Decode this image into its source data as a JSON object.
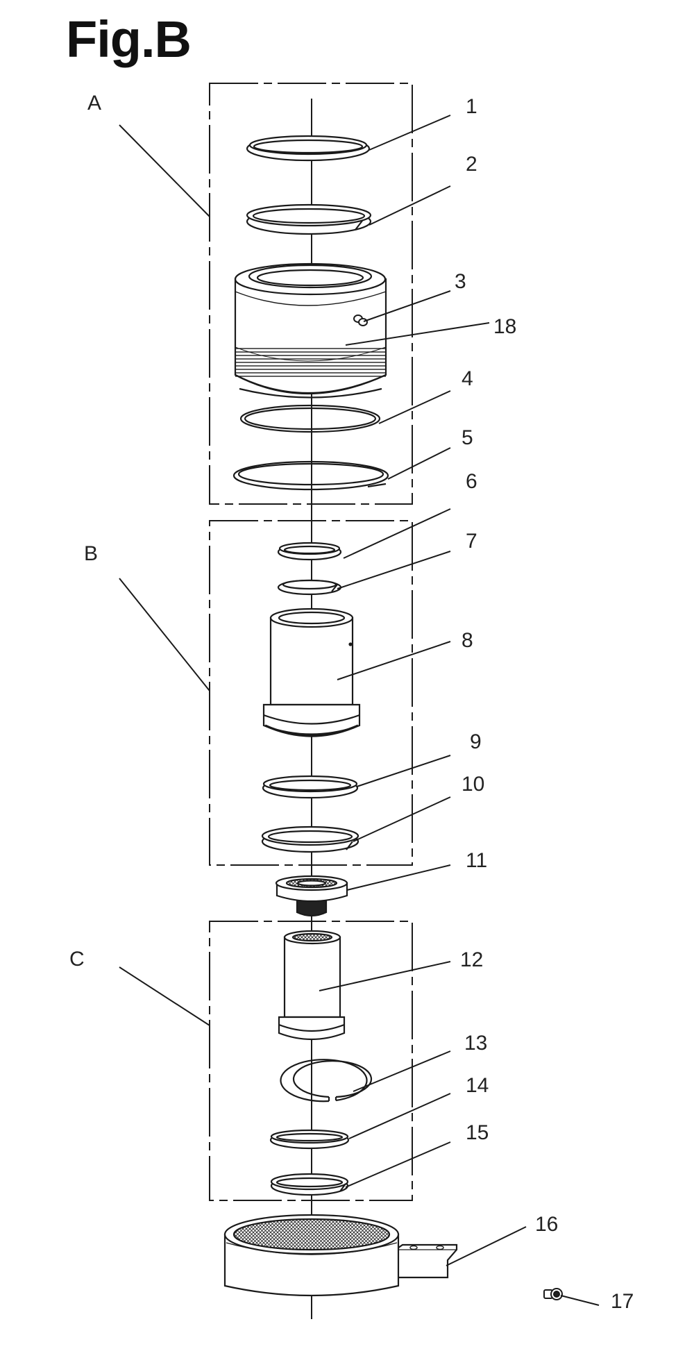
{
  "figure": {
    "title": "Fig.B",
    "groups": [
      {
        "id": "A",
        "label": "A"
      },
      {
        "id": "B",
        "label": "B"
      },
      {
        "id": "C",
        "label": "C"
      }
    ],
    "parts": [
      {
        "id": "1",
        "label": "1"
      },
      {
        "id": "2",
        "label": "2"
      },
      {
        "id": "3",
        "label": "3"
      },
      {
        "id": "18",
        "label": "18"
      },
      {
        "id": "4",
        "label": "4"
      },
      {
        "id": "5",
        "label": "5"
      },
      {
        "id": "6",
        "label": "6"
      },
      {
        "id": "7",
        "label": "7"
      },
      {
        "id": "8",
        "label": "8"
      },
      {
        "id": "9",
        "label": "9"
      },
      {
        "id": "10",
        "label": "10"
      },
      {
        "id": "11",
        "label": "11"
      },
      {
        "id": "12",
        "label": "12"
      },
      {
        "id": "13",
        "label": "13"
      },
      {
        "id": "14",
        "label": "14"
      },
      {
        "id": "15",
        "label": "15"
      },
      {
        "id": "16",
        "label": "16"
      },
      {
        "id": "17",
        "label": "17"
      }
    ],
    "colors": {
      "line": "#1a1a1a",
      "dark": "#333333",
      "background": "#ffffff"
    }
  }
}
